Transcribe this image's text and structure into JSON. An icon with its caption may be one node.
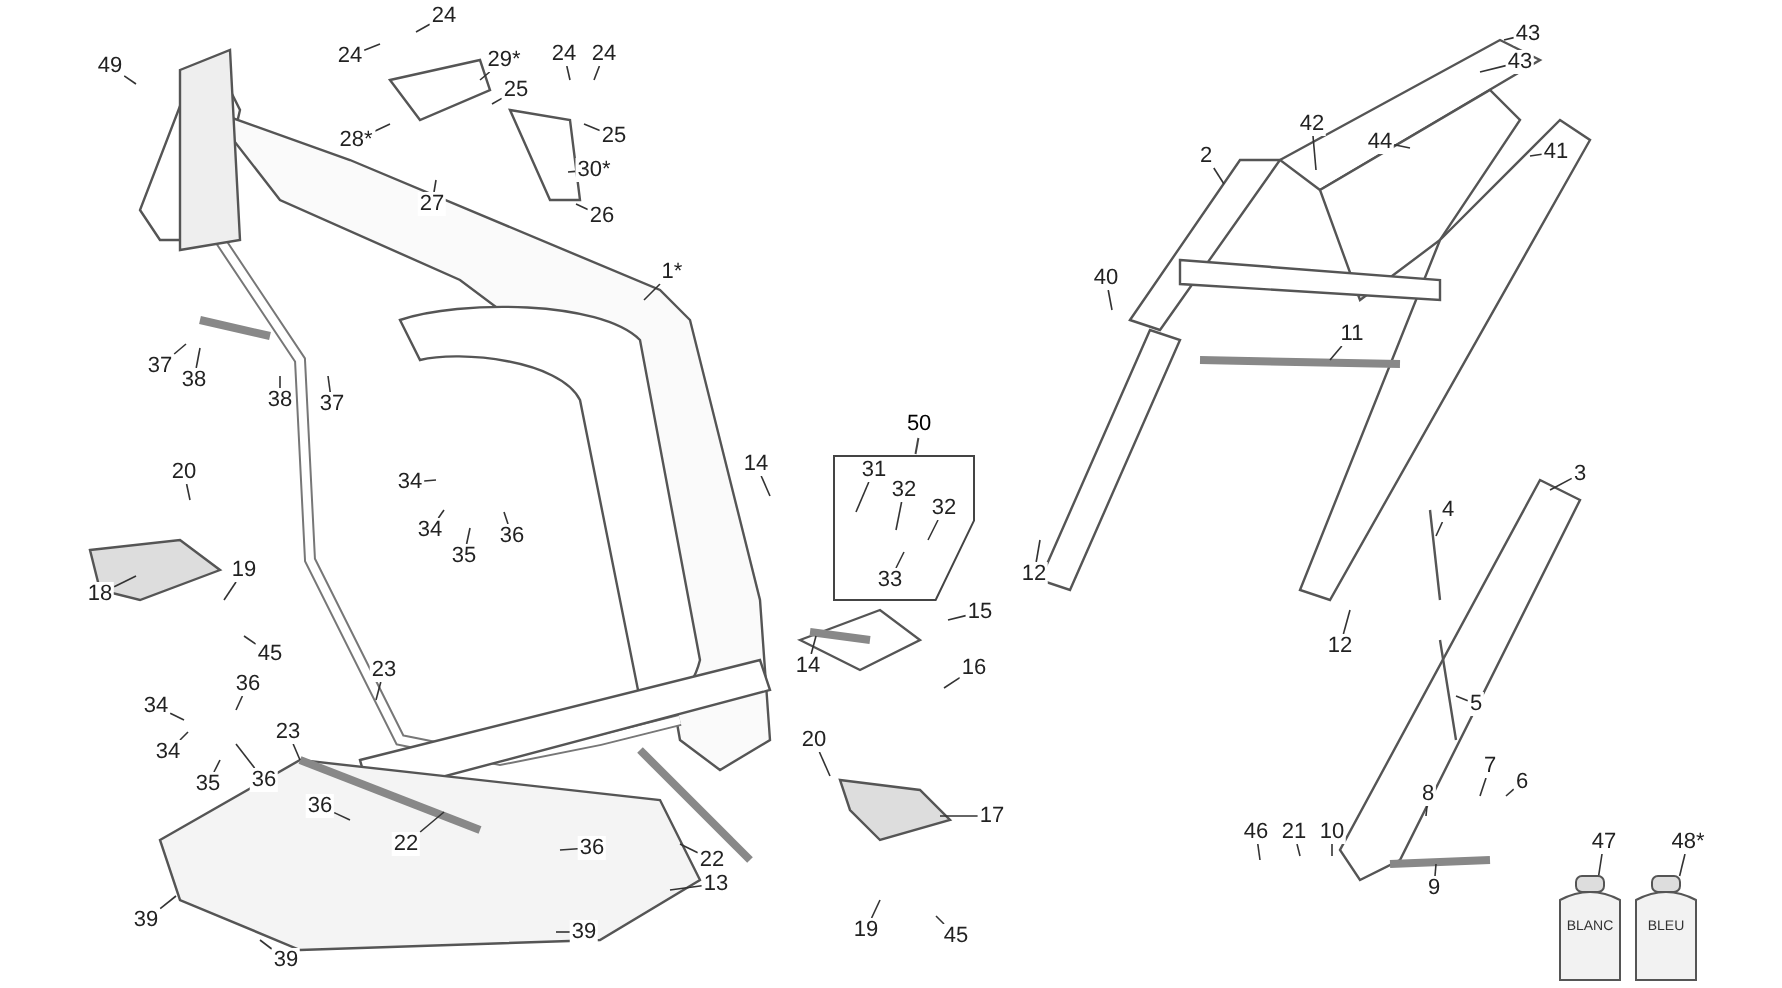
{
  "diagram": {
    "nodes": [
      {
        "text": [
          "49"
        ]
      },
      {
        "text": [
          "24"
        ]
      },
      {
        "text": [
          "24"
        ]
      },
      {
        "text": [
          "29*"
        ]
      },
      {
        "text": [
          "28*"
        ]
      },
      {
        "text": [
          "24"
        ]
      },
      {
        "text": [
          "24"
        ]
      },
      {
        "text": [
          "25"
        ]
      },
      {
        "text": [
          "25"
        ]
      },
      {
        "text": [
          "27"
        ]
      },
      {
        "text": [
          "30*"
        ]
      },
      {
        "text": [
          "26"
        ]
      },
      {
        "text": [
          "1*"
        ]
      },
      {
        "text": [
          "37"
        ]
      },
      {
        "text": [
          "38"
        ]
      },
      {
        "text": [
          "38"
        ]
      },
      {
        "text": [
          "37"
        ]
      },
      {
        "text": [
          "20"
        ]
      },
      {
        "text": [
          "34"
        ]
      },
      {
        "text": [
          "34"
        ]
      },
      {
        "text": [
          "36"
        ]
      },
      {
        "text": [
          "35"
        ]
      },
      {
        "text": [
          "18"
        ]
      },
      {
        "text": [
          "19"
        ]
      },
      {
        "text": [
          "45"
        ]
      },
      {
        "text": [
          "14"
        ]
      },
      {
        "text": [
          "50"
        ]
      },
      {
        "text": [
          "31"
        ],
        "in": 26
      },
      {
        "text": [
          "32"
        ],
        "in": 26
      },
      {
        "text": [
          "32"
        ],
        "in": 26
      },
      {
        "text": [
          "33"
        ],
        "in": 26
      },
      {
        "text": [
          "15"
        ]
      },
      {
        "text": [
          "16"
        ]
      },
      {
        "text": [
          "14"
        ]
      },
      {
        "text": [
          "23"
        ]
      },
      {
        "text": [
          "34"
        ]
      },
      {
        "text": [
          "36"
        ]
      },
      {
        "text": [
          "34"
        ]
      },
      {
        "text": [
          "35"
        ]
      },
      {
        "text": [
          "36"
        ]
      },
      {
        "text": [
          "23"
        ]
      },
      {
        "text": [
          "36"
        ]
      },
      {
        "text": [
          "22"
        ]
      },
      {
        "text": [
          "36"
        ]
      },
      {
        "text": [
          "22"
        ]
      },
      {
        "text": [
          "13"
        ]
      },
      {
        "text": [
          "39"
        ]
      },
      {
        "text": [
          "39"
        ]
      },
      {
        "text": [
          "39"
        ]
      },
      {
        "text": [
          "20"
        ]
      },
      {
        "text": [
          "17"
        ]
      },
      {
        "text": [
          "19"
        ]
      },
      {
        "text": [
          "45"
        ]
      },
      {
        "text": [
          "2"
        ]
      },
      {
        "text": [
          "42"
        ]
      },
      {
        "text": [
          "43"
        ]
      },
      {
        "text": [
          "43"
        ]
      },
      {
        "text": [
          "44"
        ]
      },
      {
        "text": [
          "41"
        ]
      },
      {
        "text": [
          "40"
        ]
      },
      {
        "text": [
          "11"
        ]
      },
      {
        "text": [
          "12"
        ]
      },
      {
        "text": [
          "3"
        ]
      },
      {
        "text": [
          "4"
        ]
      },
      {
        "text": [
          "12"
        ]
      },
      {
        "text": [
          "5"
        ]
      },
      {
        "text": [
          "7"
        ]
      },
      {
        "text": [
          "6"
        ]
      },
      {
        "text": [
          "8"
        ]
      },
      {
        "text": [
          "46"
        ]
      },
      {
        "text": [
          "21"
        ]
      },
      {
        "text": [
          "10"
        ]
      },
      {
        "text": [
          "9"
        ]
      },
      {
        "text": [
          "47"
        ]
      },
      {
        "text": [
          "48*"
        ]
      },
      {
        "text": [
          "BLANC"
        ]
      },
      {
        "text": [
          "BLEU"
        ]
      }
    ],
    "edges": [
      {
        "from": 0,
        "to": null,
        "arrow": "none"
      },
      {
        "from": 1,
        "to": null,
        "arrow": "none"
      },
      {
        "from": 2,
        "to": null,
        "arrow": "none"
      },
      {
        "from": 3,
        "to": null,
        "arrow": "none"
      },
      {
        "from": 4,
        "to": null,
        "arrow": "none"
      },
      {
        "from": 5,
        "to": null,
        "arrow": "none"
      },
      {
        "from": 6,
        "to": null,
        "arrow": "none"
      },
      {
        "from": 7,
        "to": null,
        "arrow": "none"
      },
      {
        "from": 8,
        "to": null,
        "arrow": "none"
      },
      {
        "from": 9,
        "to": null,
        "arrow": "none"
      },
      {
        "from": 10,
        "to": null,
        "arrow": "none"
      },
      {
        "from": 11,
        "to": null,
        "arrow": "none"
      },
      {
        "from": 12,
        "to": null,
        "arrow": "none"
      },
      {
        "from": 13,
        "to": null,
        "arrow": "none"
      },
      {
        "from": 14,
        "to": null,
        "arrow": "none"
      },
      {
        "from": 15,
        "to": null,
        "arrow": "none"
      },
      {
        "from": 16,
        "to": null,
        "arrow": "none"
      },
      {
        "from": 17,
        "to": null,
        "arrow": "none"
      },
      {
        "from": 18,
        "to": null,
        "arrow": "none"
      },
      {
        "from": 19,
        "to": null,
        "arrow": "none"
      },
      {
        "from": 20,
        "to": null,
        "arrow": "none"
      },
      {
        "from": 21,
        "to": null,
        "arrow": "none"
      },
      {
        "from": 22,
        "to": null,
        "arrow": "none"
      },
      {
        "from": 23,
        "to": null,
        "arrow": "none"
      },
      {
        "from": 24,
        "to": null,
        "arrow": "none"
      },
      {
        "from": 25,
        "to": null,
        "arrow": "none"
      },
      {
        "from": 27,
        "to": null,
        "arrow": "none"
      },
      {
        "from": 28,
        "to": null,
        "arrow": "none"
      },
      {
        "from": 29,
        "to": null,
        "arrow": "none"
      },
      {
        "from": 30,
        "to": null,
        "arrow": "none"
      },
      {
        "from": 31,
        "to": null,
        "arrow": "none"
      },
      {
        "from": 32,
        "to": null,
        "arrow": "none"
      },
      {
        "from": 33,
        "to": null,
        "arrow": "none"
      },
      {
        "from": 34,
        "to": null,
        "arrow": "none"
      },
      {
        "from": 35,
        "to": null,
        "arrow": "none"
      },
      {
        "from": 36,
        "to": null,
        "arrow": "none"
      },
      {
        "from": 37,
        "to": null,
        "arrow": "none"
      },
      {
        "from": 38,
        "to": null,
        "arrow": "none"
      },
      {
        "from": 39,
        "to": null,
        "arrow": "none"
      },
      {
        "from": 40,
        "to": null,
        "arrow": "none"
      },
      {
        "from": 41,
        "to": null,
        "arrow": "none"
      },
      {
        "from": 42,
        "to": null,
        "arrow": "none"
      },
      {
        "from": 43,
        "to": null,
        "arrow": "none"
      },
      {
        "from": 44,
        "to": null,
        "arrow": "none"
      },
      {
        "from": 45,
        "to": null,
        "arrow": "none"
      },
      {
        "from": 46,
        "to": null,
        "arrow": "none"
      },
      {
        "from": 47,
        "to": null,
        "arrow": "none"
      },
      {
        "from": 48,
        "to": null,
        "arrow": "none"
      },
      {
        "from": 49,
        "to": null,
        "arrow": "none"
      },
      {
        "from": 50,
        "to": null,
        "arrow": "none"
      },
      {
        "from": 51,
        "to": null,
        "arrow": "none"
      },
      {
        "from": 52,
        "to": null,
        "arrow": "none"
      },
      {
        "from": 53,
        "to": null,
        "arrow": "none"
      },
      {
        "from": 54,
        "to": null,
        "arrow": "none"
      },
      {
        "from": 55,
        "to": null,
        "arrow": "none"
      },
      {
        "from": 56,
        "to": null,
        "arrow": "none"
      },
      {
        "from": 57,
        "to": null,
        "arrow": "none"
      },
      {
        "from": 58,
        "to": null,
        "arrow": "none"
      },
      {
        "from": 59,
        "to": null,
        "arrow": "none"
      },
      {
        "from": 60,
        "to": null,
        "arrow": "none"
      },
      {
        "from": 61,
        "to": null,
        "arrow": "none"
      },
      {
        "from": 62,
        "to": null,
        "arrow": "none"
      },
      {
        "from": 63,
        "to": null,
        "arrow": "none"
      },
      {
        "from": 64,
        "to": null,
        "arrow": "none"
      },
      {
        "from": 65,
        "to": null,
        "arrow": "none"
      },
      {
        "from": 66,
        "to": null,
        "arrow": "none"
      },
      {
        "from": 67,
        "to": null,
        "arrow": "none"
      },
      {
        "from": 68,
        "to": null,
        "arrow": "none"
      },
      {
        "from": 69,
        "to": null,
        "arrow": "none"
      },
      {
        "from": 70,
        "to": null,
        "arrow": "none"
      },
      {
        "from": 71,
        "to": null,
        "arrow": "none"
      },
      {
        "from": 72,
        "to": null,
        "arrow": "none"
      },
      {
        "from": 73,
        "to": 75,
        "arrow": "none"
      },
      {
        "from": 74,
        "to": 76,
        "arrow": "none"
      }
    ]
  }
}
